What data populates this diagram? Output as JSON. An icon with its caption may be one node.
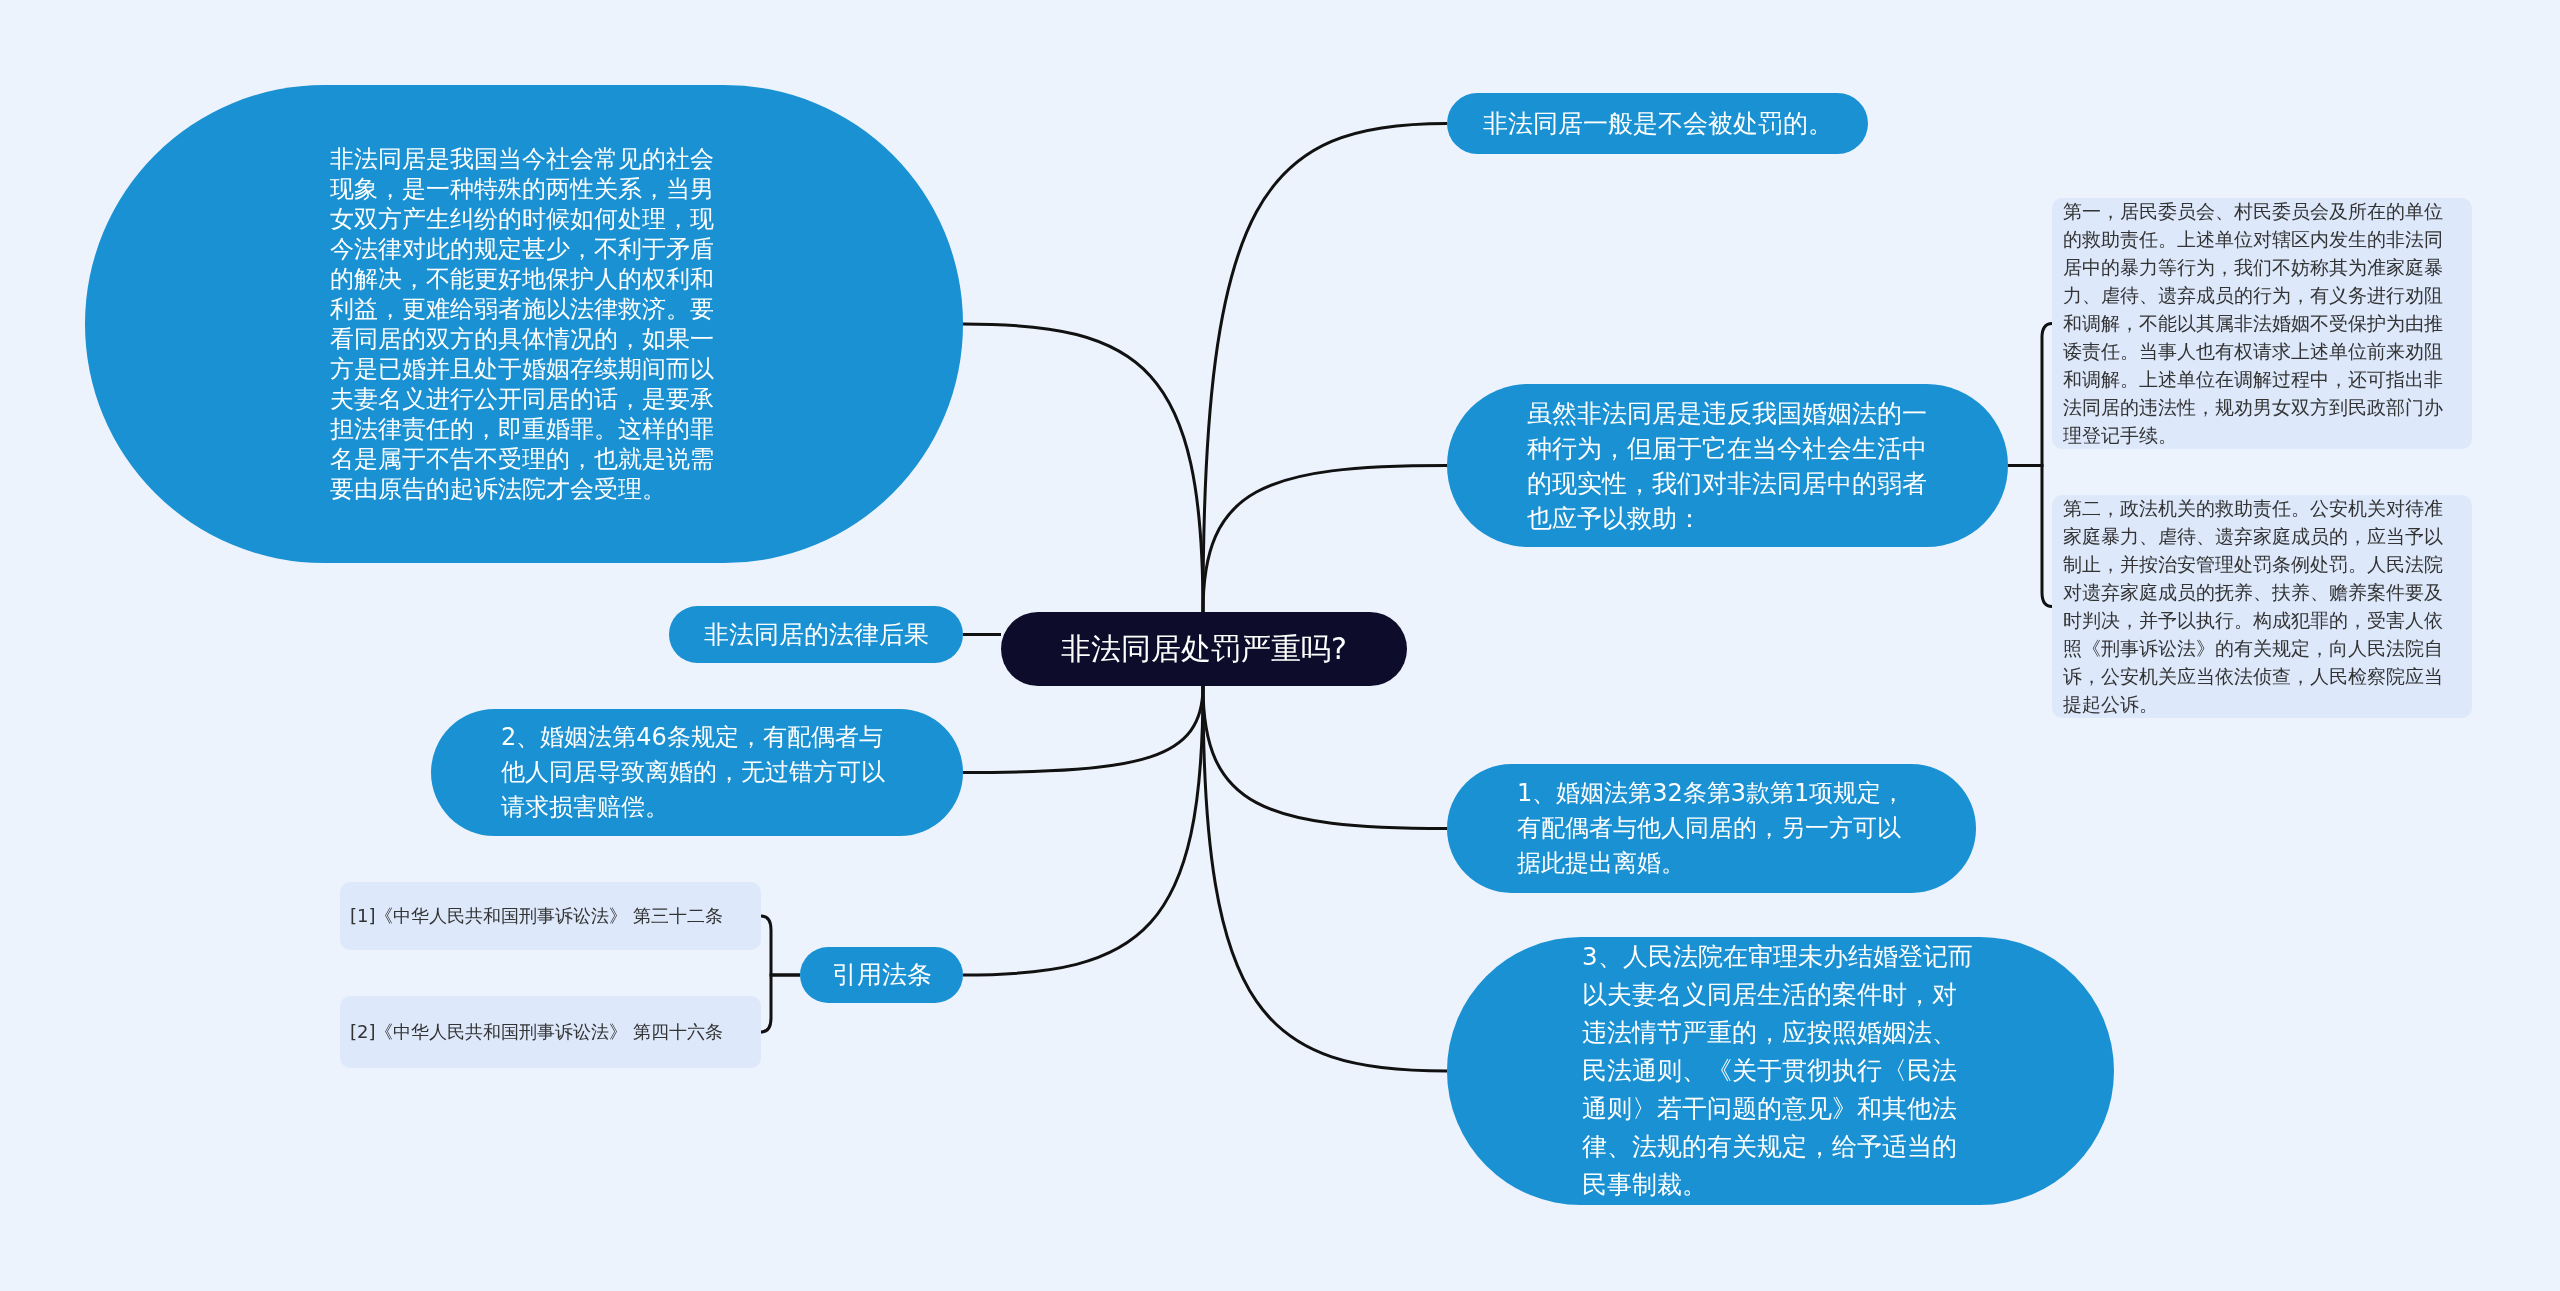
{
  "diagram": {
    "nodes": [
      {
        "text": [
          "非法同居处罚严重吗?"
        ]
      },
      {
        "text": [
          "非法同居是我国当今社会常见的社会现象，是一种特殊的两性关系，当男女双方产生纠纷的时候如何处理，现今法律对此的规定甚少，不利于矛盾的解决，不能更好地保护人的权利和利益，更难给弱者施以法律救济。要看同居的双方的具体情况的，如果一方是已婚并且处于婚姻存续期间而以夫妻名义进行公开同居的话，是要承担法律责任的，即重婚罪。这样的罪名是属于不告不受理的，也就是说需要由原告的起诉法院才会受理。"
        ]
      },
      {
        "text": [
          "非法同居的法律后果"
        ]
      },
      {
        "text": [
          "2、婚姻法第46条规定，有配偶者与他人同居导致离婚的，无过错方可以请求损害赔偿。"
        ]
      },
      {
        "text": [
          "引用法条"
        ]
      },
      {
        "text": [
          "[1]《中华人民共和国刑事诉讼法》 第三十二条"
        ]
      },
      {
        "text": [
          "[2]《中华人民共和国刑事诉讼法》 第四十六条"
        ]
      },
      {
        "text": [
          "非法同居一般是不会被处罚的。"
        ]
      },
      {
        "text": [
          "虽然非法同居是违反我国婚姻法的一种行为，但届于它在当今社会生活中的现实性，我们对非法同居中的弱者也应予以救助："
        ]
      },
      {
        "text": [
          "第一，居民委员会、村民委员会及所在的单位的救助责任。上述单位对辖区内发生的非法同居中的暴力等行为，我们不妨称其为准家庭暴力、虐待、遗弃成员的行为，有义务进行劝阻和调解，不能以其属非法婚姻不受保护为由推诿责任。当事人也有权请求上述单位前来劝阻和调解。上述单位在调解过程中，还可指出非法同居的违法性，规劝男女双方到民政部门办理登记手续。"
        ]
      },
      {
        "text": [
          "第二，政法机关的救助责任。公安机关对待准家庭暴力、虐待、遗弃家庭成员的，应当予以制止，并按治安管理处罚条例处罚。人民法院对遗弃家庭成员的抚养、扶养、赡养案件要及时判决，并予以执行。构成犯罪的，受害人依照《刑事诉讼法》的有关规定，向人民法院自诉，公安机关应当依法侦查，人民检察院应当提起公诉。"
        ]
      },
      {
        "text": [
          "1、婚姻法第32条第3款第1项规定，有配偶者与他人同居的，另一方可以据此提出离婚。"
        ]
      },
      {
        "text": [
          "3、人民法院在审理未办结婚登记而以夫妻名义同居生活的案件时，对违法情节严重的，应按照婚姻法、民法通则、《关于贯彻执行〈民法通则〉若干问题的意见》和其他法律、法规的有关规定，给予适当的民事制裁。"
        ]
      }
    ],
    "edges": [
      {
        "from": 0,
        "to": 1,
        "arrow": "none"
      },
      {
        "from": 0,
        "to": 2,
        "arrow": "none"
      },
      {
        "from": 0,
        "to": 3,
        "arrow": "none"
      },
      {
        "from": 0,
        "to": 4,
        "arrow": "none"
      },
      {
        "from": 4,
        "to": 5,
        "arrow": "none"
      },
      {
        "from": 4,
        "to": 6,
        "arrow": "none"
      },
      {
        "from": 0,
        "to": 7,
        "arrow": "none"
      },
      {
        "from": 0,
        "to": 8,
        "arrow": "none"
      },
      {
        "from": 8,
        "to": 9,
        "arrow": "none"
      },
      {
        "from": 8,
        "to": 10,
        "arrow": "none"
      },
      {
        "from": 0,
        "to": 11,
        "arrow": "none"
      },
      {
        "from": 0,
        "to": 12,
        "arrow": "none"
      }
    ]
  }
}
